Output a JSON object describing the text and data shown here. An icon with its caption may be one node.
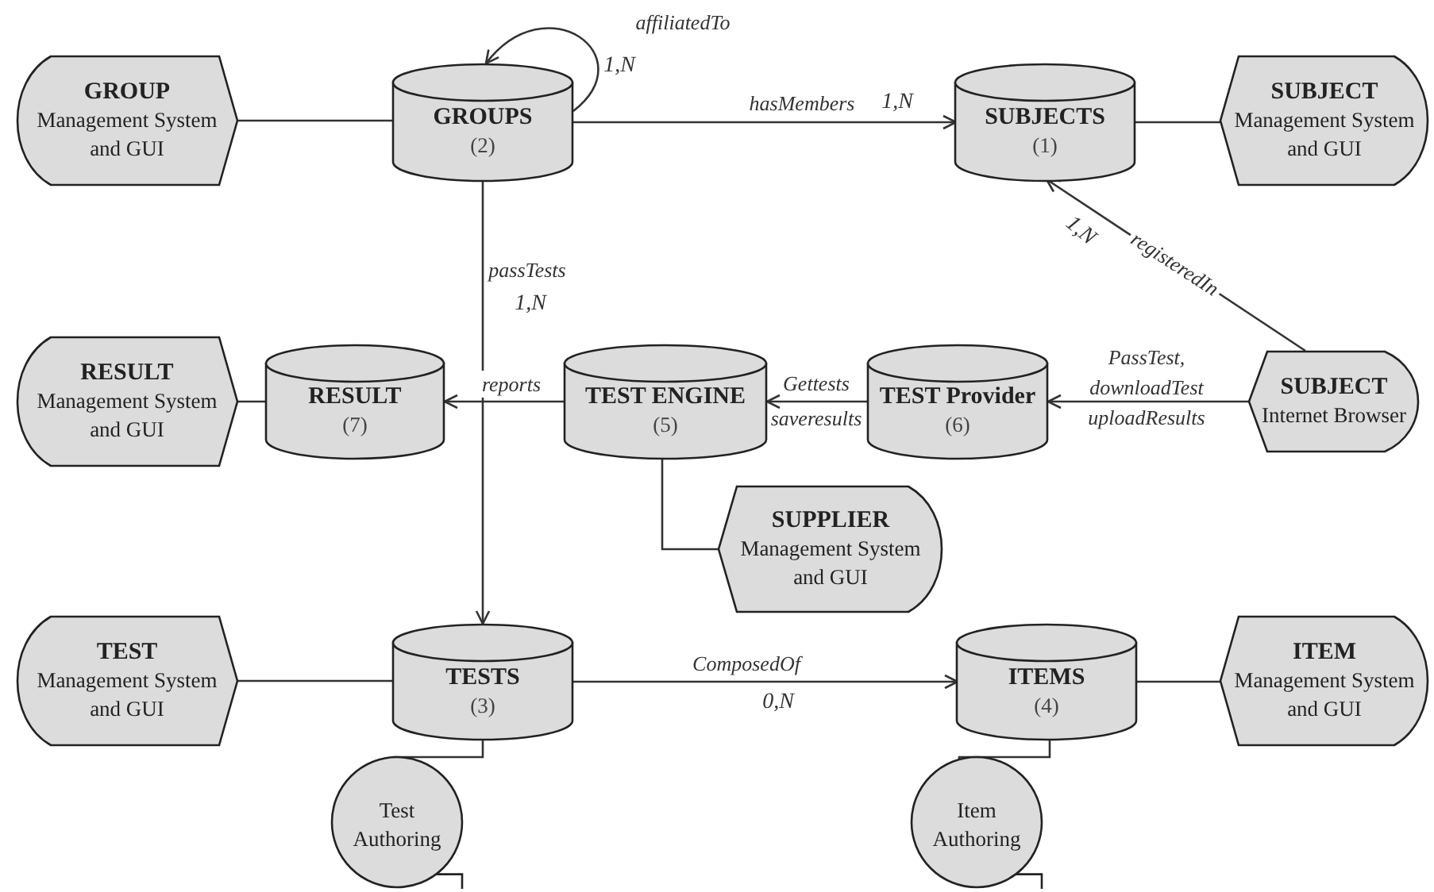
{
  "diagram": {
    "nodes": [
      {
        "text": [
          "GROUP",
          "Management System and GUI"
        ]
      },
      {
        "text": [
          "GROUPS",
          "(2)"
        ]
      },
      {
        "text": [
          "SUBJECTS",
          "(1)"
        ]
      },
      {
        "text": [
          "SUBJECT",
          "Management System and GUI"
        ]
      },
      {
        "text": [
          "RESULT",
          "Management System and GUI"
        ]
      },
      {
        "text": [
          "RESULT",
          "(7)"
        ]
      },
      {
        "text": [
          "TEST ENGINE",
          "(5)"
        ]
      },
      {
        "text": [
          "TEST Provider",
          "(6)"
        ]
      },
      {
        "text": [
          "SUBJECT",
          "Internet Browser"
        ]
      },
      {
        "text": [
          "SUPPLIER",
          "Management System and GUI"
        ]
      },
      {
        "text": [
          "TEST",
          "Management System and GUI"
        ]
      },
      {
        "text": [
          "TESTS",
          "(3)"
        ]
      },
      {
        "text": [
          "ITEMS",
          "(4)"
        ]
      },
      {
        "text": [
          "ITEM",
          "Management System and GUI"
        ]
      },
      {
        "text": [
          "Test Authoring"
        ]
      },
      {
        "text": [
          "Item Authoring"
        ]
      }
    ],
    "edges": [
      {
        "from": 0,
        "to": 1,
        "arrow": "none"
      },
      {
        "from": 1,
        "to": 1,
        "arrow": "to",
        "label": "affiliatedTo"
      },
      {
        "from": 1,
        "to": 2,
        "arrow": "to",
        "label": "hasMembers"
      },
      {
        "from": 2,
        "to": 3,
        "arrow": "none"
      },
      {
        "from": 8,
        "to": 2,
        "arrow": "to",
        "label": "registeredIn"
      },
      {
        "from": 1,
        "to": 11,
        "arrow": "to",
        "label": "passTests"
      },
      {
        "from": 6,
        "to": 5,
        "arrow": "to",
        "label": "reports"
      },
      {
        "from": 7,
        "to": 6,
        "arrow": "to",
        "label": "Gettests saveresults"
      },
      {
        "from": 8,
        "to": 7,
        "arrow": "to",
        "label": "PassTest, downloadTest uploadResults"
      },
      {
        "from": 5,
        "to": 4,
        "arrow": "none"
      },
      {
        "from": 6,
        "to": 9,
        "arrow": "none"
      },
      {
        "from": 10,
        "to": 11,
        "arrow": "none"
      },
      {
        "from": 11,
        "to": 12,
        "arrow": "to",
        "label": "ComposedOf"
      },
      {
        "from": 12,
        "to": 13,
        "arrow": "none"
      },
      {
        "from": 11,
        "to": 14,
        "arrow": "none"
      },
      {
        "from": 12,
        "to": 15,
        "arrow": "none"
      }
    ],
    "labels": [
      "1,N",
      "1,N",
      "1,N",
      "1,N",
      "0,N"
    ]
  }
}
